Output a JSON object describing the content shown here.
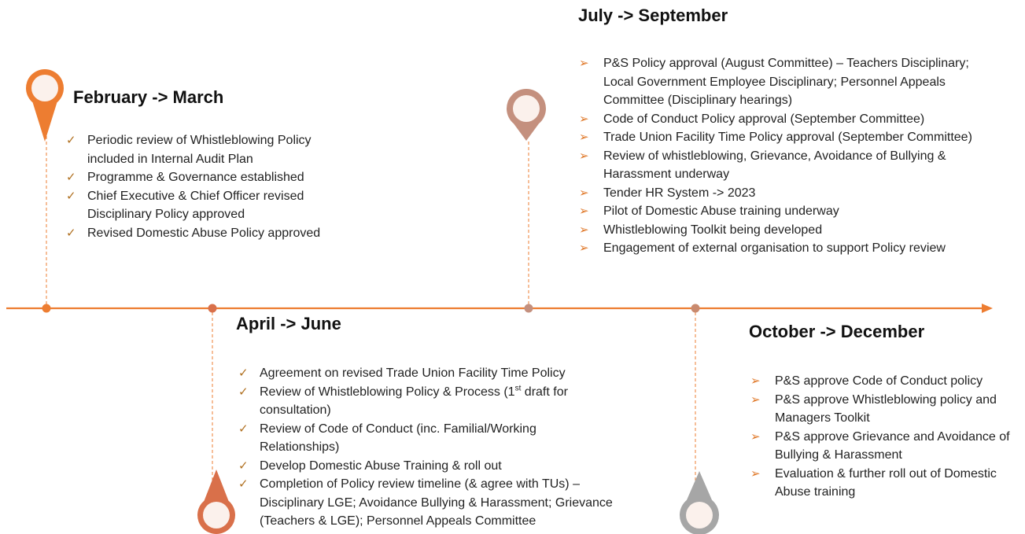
{
  "colors": {
    "axis": "#ed7d31",
    "feb_marker": "#ed7d31",
    "apr_marker": "#d9704a",
    "jul_marker": "#c4907e",
    "oct_marker": "#a6a6a6",
    "marker_inner": "#fbf1ec",
    "connector": "#ed7d31",
    "bullet_arrow": "#e07a2c",
    "bullet_check": "#b07020"
  },
  "icons": {
    "check": "check-icon",
    "arrow": "arrowhead-icon",
    "marker": "map-pin-icon"
  },
  "phases": [
    {
      "heading": "February -> March",
      "bullet_style": "check",
      "items": [
        "Periodic review of Whistleblowing Policy included in Internal Audit Plan",
        "Programme & Governance established",
        "Chief Executive & Chief Officer revised Disciplinary Policy approved",
        "Revised Domestic Abuse Policy approved"
      ]
    },
    {
      "heading": "April -> June",
      "bullet_style": "check",
      "items": [
        "Agreement on revised Trade Union Facility Time Policy",
        {
          "before": "Review of Whistleblowing Policy & Process (1",
          "sup": "st",
          "after": " draft for consultation)"
        },
        "Review of Code of Conduct (inc. Familial/Working Relationships)",
        "Develop Domestic Abuse Training & roll out",
        "Completion of Policy review timeline (& agree with TUs) – Disciplinary LGE; Avoidance Bullying & Harassment; Grievance (Teachers & LGE); Personnel Appeals Committee"
      ]
    },
    {
      "heading": "July -> September",
      "bullet_style": "arrow",
      "items": [
        "P&S Policy approval (August Committee) – Teachers Disciplinary; Local Government Employee Disciplinary; Personnel Appeals Committee (Disciplinary hearings)",
        "Code of Conduct Policy approval (September Committee)",
        "Trade Union Facility Time Policy approval (September Committee)",
        "Review of whistleblowing, Grievance, Avoidance of Bullying & Harassment underway",
        "Tender HR System -> 2023",
        "Pilot of Domestic Abuse training underway",
        "Whistleblowing Toolkit being developed",
        "Engagement of external organisation to support Policy review"
      ]
    },
    {
      "heading": "October -> December",
      "bullet_style": "arrow",
      "items": [
        "P&S approve Code of Conduct policy",
        "P&S approve Whistleblowing policy and Managers Toolkit",
        "P&S approve Grievance and Avoidance of Bullying & Harassment",
        "Evaluation & further roll out of Domestic Abuse training"
      ]
    }
  ]
}
